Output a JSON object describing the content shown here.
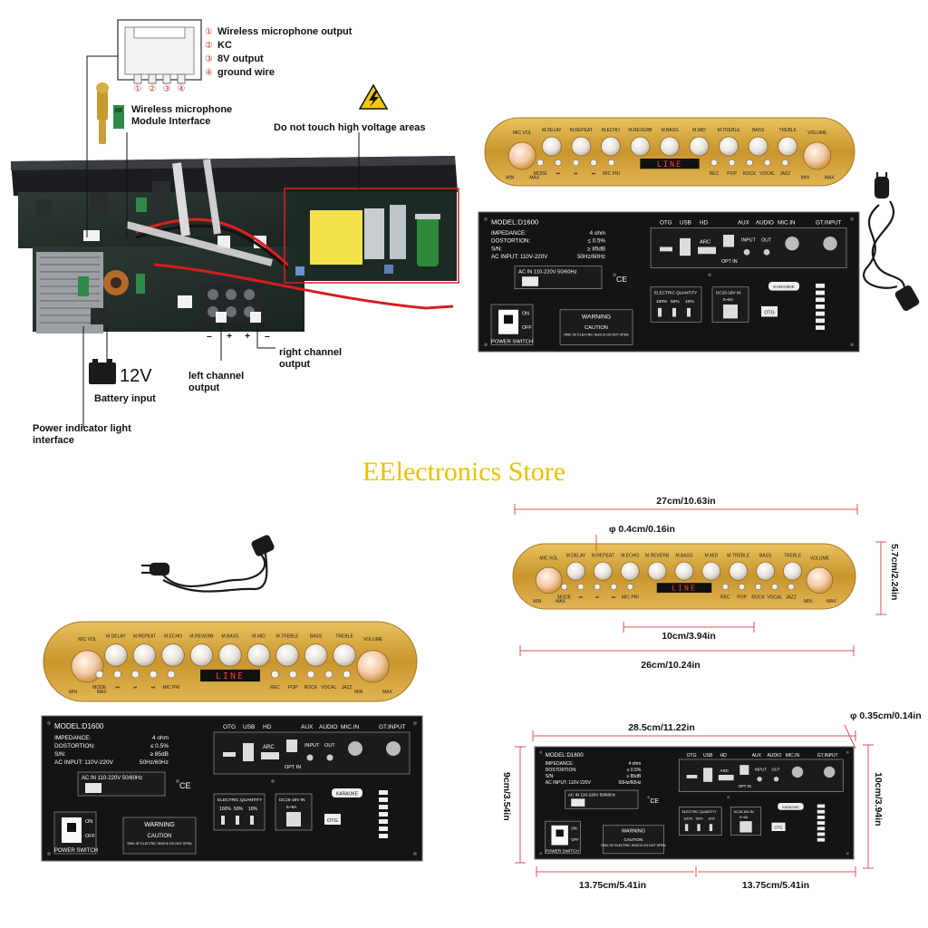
{
  "store_name": "EElectronics Store",
  "connector": {
    "pins": [
      "①",
      "②",
      "③",
      "④"
    ],
    "items": [
      {
        "num": "①",
        "text": "Wireless microphone output"
      },
      {
        "num": "②",
        "text": "KC"
      },
      {
        "num": "③",
        "text": "8V output"
      },
      {
        "num": "④",
        "text": "ground wire"
      }
    ]
  },
  "callouts": {
    "mic_module": [
      "Wireless microphone",
      "Module Interface"
    ],
    "high_voltage": "Do not touch high voltage areas",
    "right_channel": [
      "right channel",
      "output"
    ],
    "left_channel": [
      "left channel",
      "output"
    ],
    "battery_voltage": "12V",
    "battery_input": "Battery input",
    "power_indicator": [
      "Power indicator light",
      "interface"
    ]
  },
  "front_panel": {
    "knobs": [
      "MIC VOL",
      "M.DELAY",
      "M.REPEAT",
      "M.ECHO",
      "M.REVERB",
      "M.BASS",
      "M.MID",
      "M.TREBLE",
      "BASS",
      "TREBLE",
      "VOLUME"
    ],
    "display": "LINE",
    "buttons_left": [
      "MODE",
      "⏮",
      "⏯",
      "⏭",
      "MIC PRI"
    ],
    "buttons_right": [
      "REC",
      "POP",
      "ROCK",
      "VOCAL",
      "JAZZ"
    ],
    "min": "MIN",
    "max": "MAX"
  },
  "rear_panel": {
    "model": "MODEL:D1600",
    "specs": [
      {
        "k": "IMPEDANCE:",
        "v": "4 ohm"
      },
      {
        "k": "DOSTORTION:",
        "v": "≤ 0.5%"
      },
      {
        "k": "S/N:",
        "v": "≥ 85dB"
      },
      {
        "k": "AC INPUT: 110V-220V",
        "v": "50Hz/60Hz"
      }
    ],
    "ac_in": "AC IN 110-220V 50/60Hz",
    "ce": "CE",
    "power_switch": "POWER SWITCH",
    "on": "ON",
    "off": "OFF",
    "warning": "WARNING",
    "caution": "CAUTION",
    "caution_sub": "RISK OF ELECTRIC SHOCK DO NOT OPEN",
    "ports_top": [
      "OTG",
      "USB",
      "HD",
      "AUX",
      "AUDIO",
      "MIC.IN",
      "GT.INPUT"
    ],
    "arc": "ARC",
    "opt_in": "OPT IN",
    "input": "INPUT",
    "out": "OUT",
    "electric_quantity": "ELECTRIC QUANTITY",
    "levels": [
      "100%",
      "50%",
      "10%"
    ],
    "dc_in": "DC15-18V IN",
    "amps": "5~8A",
    "karaoke": "KARAOKE",
    "otg_badge": "OTG"
  },
  "dimensions": {
    "width_front": "27cm/10.63in",
    "hole_front": "φ 0.4cm/0.16in",
    "height_front": "5.7cm/2.24in",
    "hole_spacing": "10cm/3.94in",
    "width_front_holes": "26cm/10.24in",
    "hole_rear": "φ 0.35cm/0.14in",
    "width_rear": "28.5cm/11.22in",
    "height_rear_left": "9cm/3.54in",
    "height_rear_right": "10cm/3.94in",
    "half_left": "13.75cm/5.41in",
    "half_right": "13.75cm/5.41in"
  }
}
